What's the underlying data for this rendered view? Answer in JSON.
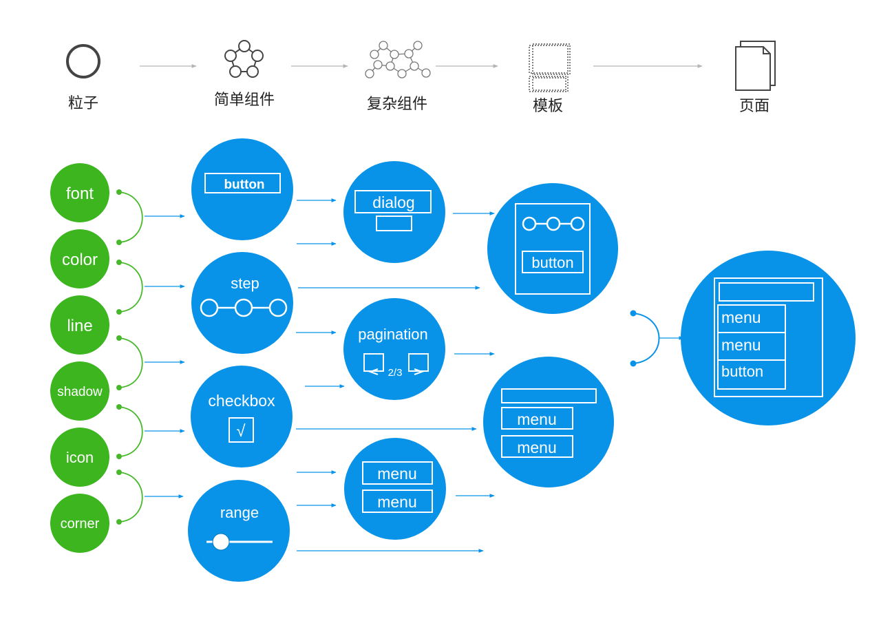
{
  "colors": {
    "accent_blue": "#0993E8",
    "atom_green": "#3DB51F",
    "connector_green": "#46B82A",
    "arrow_gray": "#B5B5B5",
    "icon_gray": "#444444"
  },
  "stages": [
    {
      "label": "粒子",
      "icon": "ring-icon"
    },
    {
      "label": "简单组件",
      "icon": "pentagon-graph-icon"
    },
    {
      "label": "复杂组件",
      "icon": "network-graph-icon"
    },
    {
      "label": "模板",
      "icon": "template-icon"
    },
    {
      "label": "页面",
      "icon": "pages-icon"
    }
  ],
  "atoms": [
    "font",
    "color",
    "line",
    "shadow",
    "icon",
    "corner"
  ],
  "simple_components": {
    "button": {
      "label": "button"
    },
    "step": {
      "title": "step"
    },
    "checkbox": {
      "title": "checkbox",
      "mark": "√"
    },
    "range": {
      "title": "range"
    }
  },
  "complex_components": {
    "dialog": {
      "title": "dialog"
    },
    "pagination": {
      "title": "pagination",
      "page": "2/3"
    },
    "menu": {
      "items": [
        "menu",
        "menu"
      ]
    }
  },
  "templates": {
    "form": {
      "button_label": "button"
    },
    "menu": {
      "items": [
        "menu",
        "menu"
      ]
    }
  },
  "page": {
    "items": [
      "menu",
      "menu",
      "button"
    ]
  }
}
